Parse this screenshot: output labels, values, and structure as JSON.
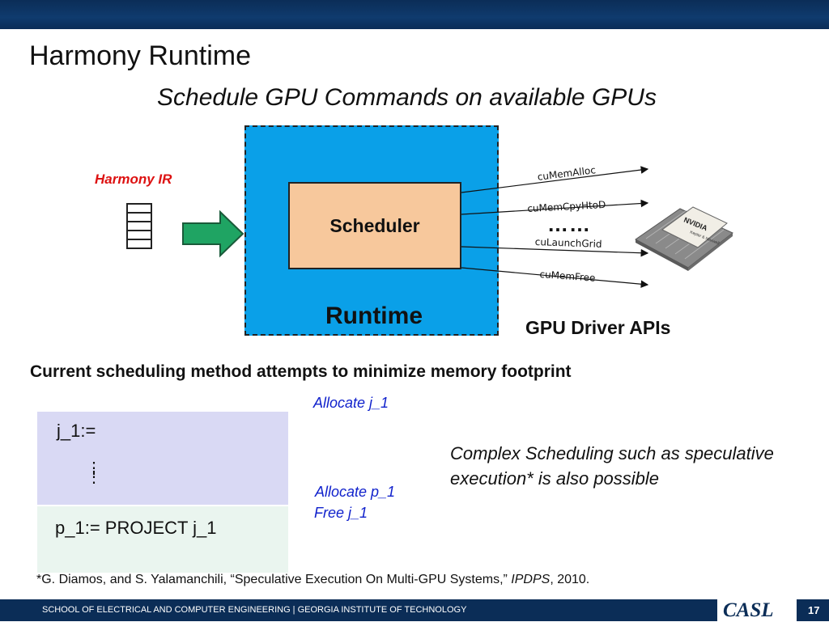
{
  "slide": {
    "title": "Harmony Runtime",
    "subtitle": "Schedule GPU Commands on available GPUs",
    "harmony_ir_label": "Harmony IR",
    "scheduler_label": "Scheduler",
    "runtime_label": "Runtime",
    "gpu_driver_label": "GPU Driver APIs",
    "api_calls": [
      "cuMemAlloc",
      "cuMemCpyHtoD",
      "cuLaunchGrid",
      "cuMemFree"
    ],
    "api_ellipsis": "……",
    "chip_label": "NVIDIA",
    "chip_sublabel": "Kepler & Maxwell",
    "memory_heading": "Current scheduling method attempts to minimize memory footprint",
    "allocate_j1": "Allocate j_1",
    "allocate_p1": "Allocate p_1",
    "free_j1": "Free j_1",
    "code_j1": "j_1:=",
    "code_dots": "⋮",
    "code_p1": "p_1:= PROJECT j_1",
    "complex_note": "Complex Scheduling such as speculative execution* is also possible",
    "citation": {
      "prefix": "*G. Diamos, and S. Yalamanchili, “Speculative Execution On Multi-GPU Systems,” ",
      "venue": "IPDPS",
      "suffix": ", 2010."
    }
  },
  "footer": {
    "text": "SCHOOL OF ELECTRICAL AND COMPUTER ENGINEERING | GEORGIA INSTITUTE OF TECHNOLOGY",
    "logo": "CASL",
    "page_number": "17"
  },
  "colors": {
    "header_bar": "#0b2d57",
    "runtime_fill": "#0aa0e8",
    "scheduler_fill": "#f7c89c",
    "ir_arrow": "#1fa463",
    "harmony_ir_text": "#d11111",
    "annotation_blue": "#1122cc"
  },
  "icons": {
    "ir_stack": "stacked-boxes-icon",
    "gpu_chip": "gpu-chip-icon",
    "flow_arrow": "right-arrow-icon"
  }
}
